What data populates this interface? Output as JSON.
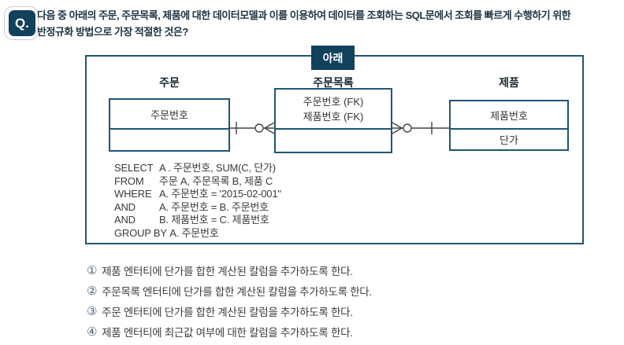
{
  "colors": {
    "navy_brand": "#12415c",
    "box_border": "#1f5674",
    "question_text": "#1d3442",
    "body_text": "#3a3a3a",
    "option_number": "#4a6478",
    "badge_outline": "#c9cdd1"
  },
  "badge": {
    "label": "Q."
  },
  "question": {
    "line1": "다음 중 아래의 주문, 주문목록, 제품에 대한 데이터모델과 이를 이용하여 데이터를 조회하는 SQL문에서 조회를 빠르게 수행하기 위한",
    "line2": "반정규화 방법으로 가장 적절한 것은?"
  },
  "diagram": {
    "tag_label": "아래",
    "entities": [
      {
        "title": "주문",
        "attr": "주문번호"
      },
      {
        "title": "주문목록",
        "attr1": "주문번호 (FK)",
        "attr2": "제품번호 (FK)"
      },
      {
        "title": "제품",
        "attr": "제품번호",
        "attr2": "단가"
      }
    ],
    "relationships": [
      {
        "from": "주문",
        "to": "주문목록",
        "notation": "one-to-optional-many"
      },
      {
        "from": "주문목록",
        "to": "제품",
        "notation": "optional-many-to-one"
      }
    ],
    "sql": {
      "lines": [
        {
          "k": "SELECT",
          "v": "A . 주문번호, SUM(C, 단가)"
        },
        {
          "k": "FROM",
          "v": "주문 A, 주문목록 B, 제품 C"
        },
        {
          "k": "WHERE",
          "v": "A. 주문번호 = '2015-02-001\""
        },
        {
          "k": "AND",
          "v": "A. 주문번호 = B. 주문번호"
        },
        {
          "k": "AND",
          "v": "B. 제품번호 = C. 제품번호"
        },
        {
          "k": "GROUP BY",
          "v": "A. 주문번호"
        }
      ]
    }
  },
  "options": [
    {
      "num": "①",
      "text": "제품 엔터티에 단가를 합한 계산된 칼럼을 추가하도록 한다."
    },
    {
      "num": "②",
      "text": "주문목록 엔터티에 단가를 합한 계산된 칼럼을 추가하도록 한다."
    },
    {
      "num": "③",
      "text": "주문 엔터티에 단가를 합한 계산된 칼럼을 추가하도록 한다."
    },
    {
      "num": "④",
      "text": "제품 엔터티에 최근값 여부에 대한 칼럼을 추가하도록 한다."
    }
  ]
}
